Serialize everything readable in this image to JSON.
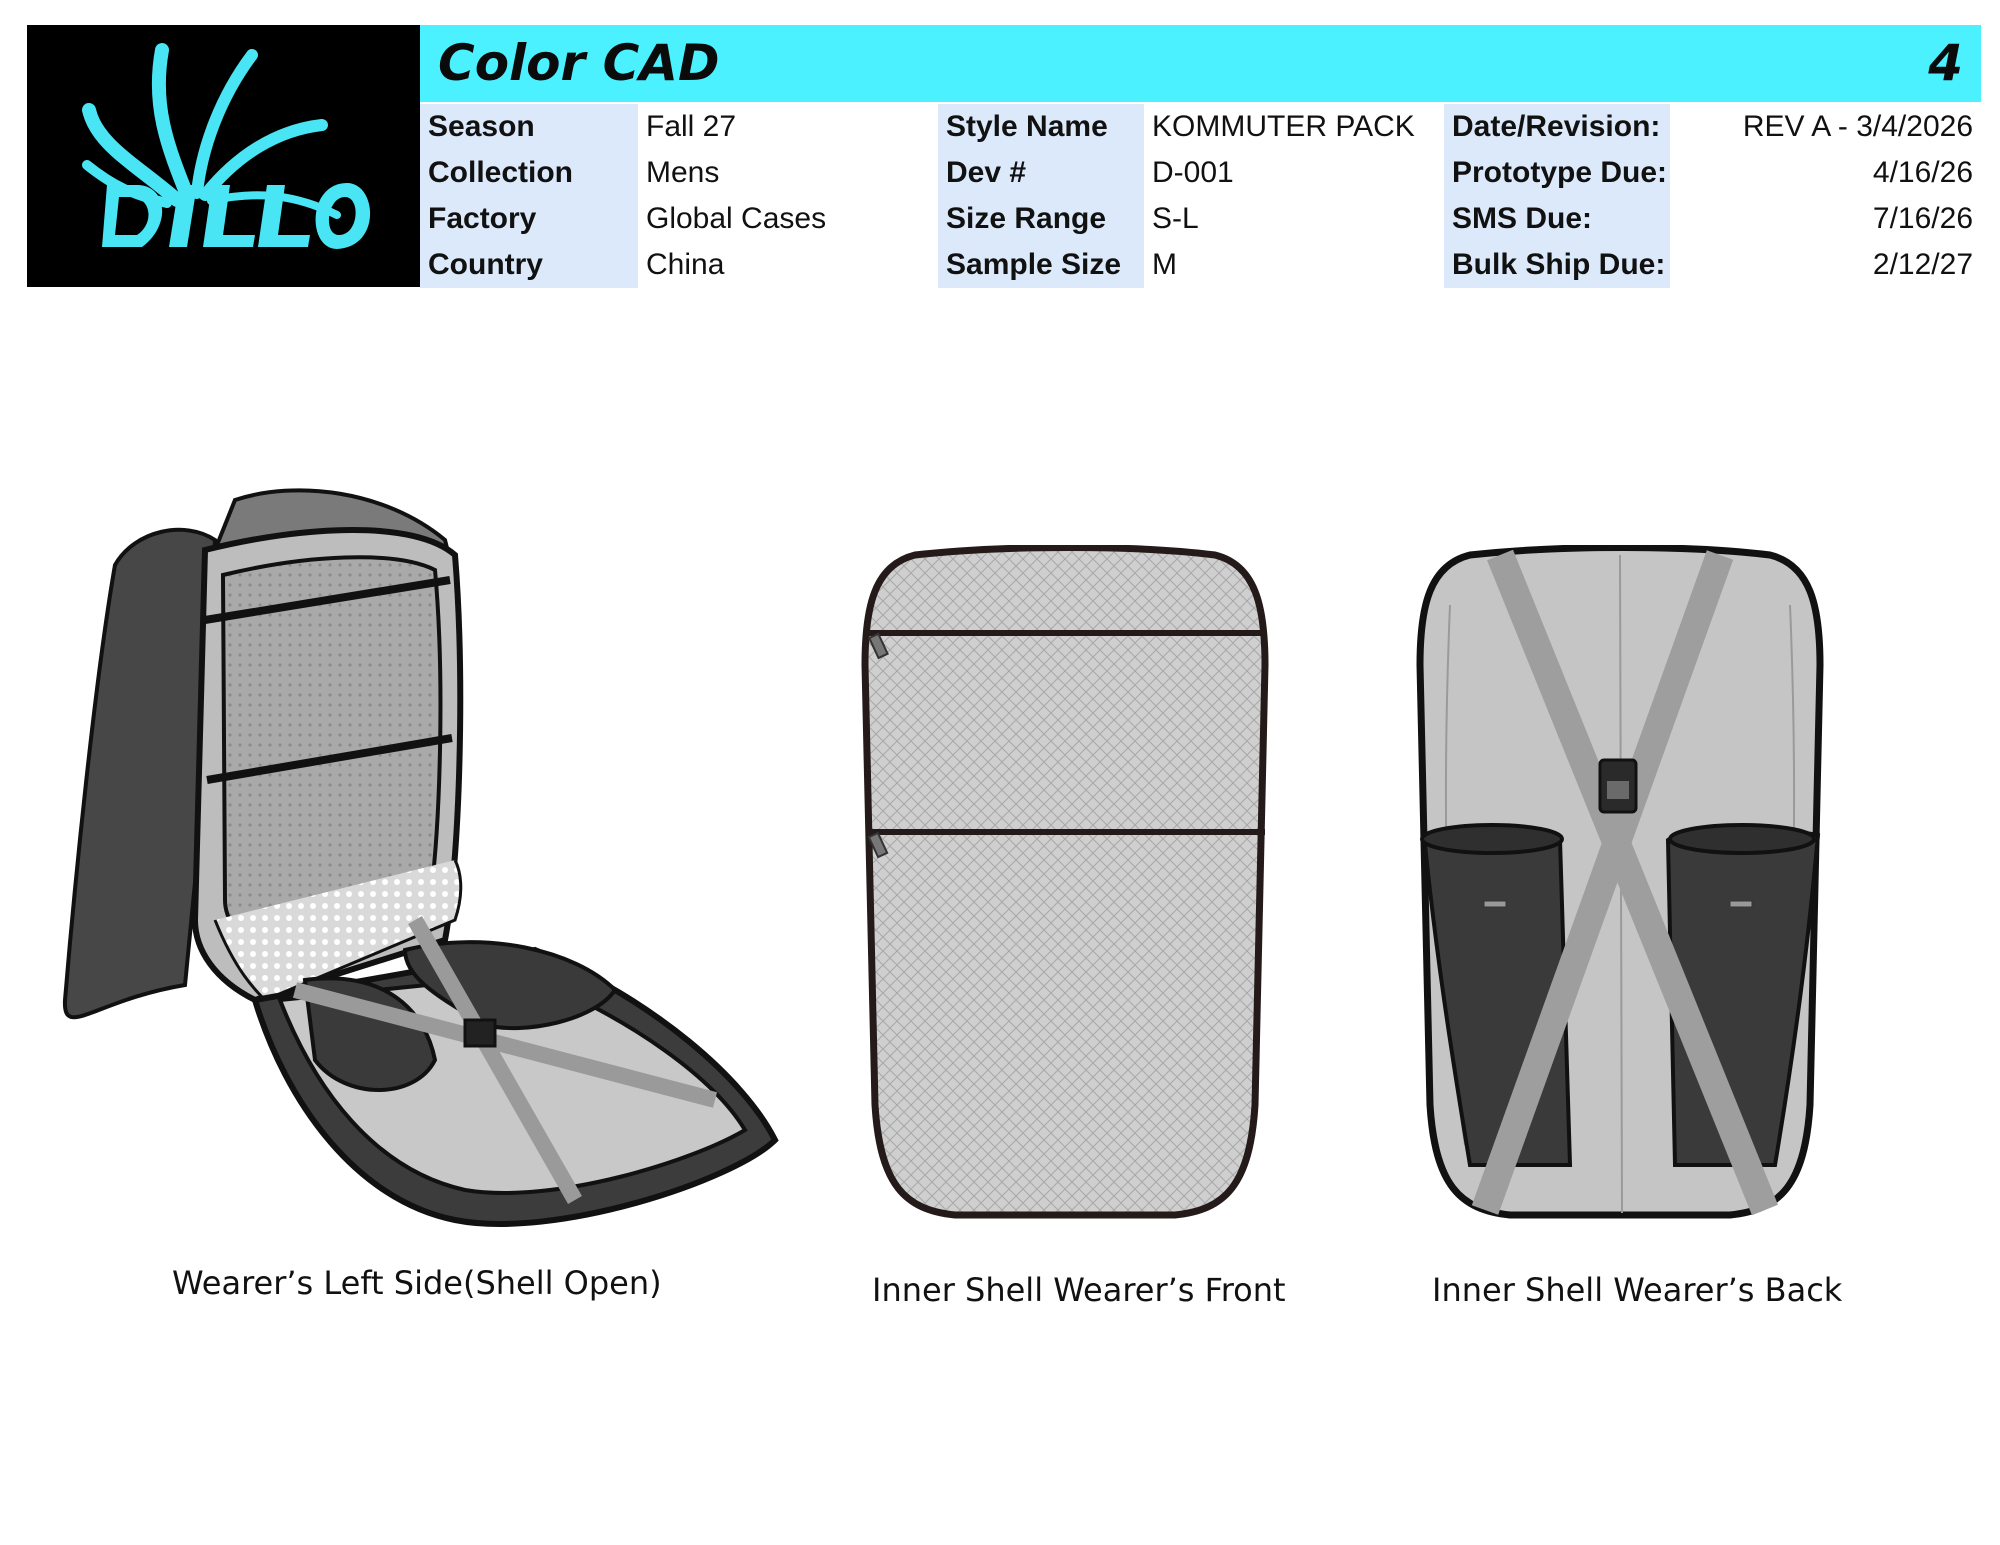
{
  "header": {
    "title": "Color CAD",
    "page_number": "4",
    "logo_text": "DILLO",
    "colors": {
      "accent": "#4bf1ff",
      "label_bg": "#dce9fa",
      "logo_bg": "#000000"
    }
  },
  "info": {
    "col1": [
      {
        "label": "Season",
        "value": "Fall 27"
      },
      {
        "label": "Collection",
        "value": "Mens"
      },
      {
        "label": "Factory",
        "value": "Global Cases"
      },
      {
        "label": "Country",
        "value": "China"
      }
    ],
    "col2": [
      {
        "label": "Style Name",
        "value": "KOMMUTER PACK"
      },
      {
        "label": "Dev #",
        "value": "D-001"
      },
      {
        "label": "Size Range",
        "value": "S-L"
      },
      {
        "label": "Sample Size",
        "value": "M"
      }
    ],
    "col3": [
      {
        "label": "Date/Revision:",
        "value": "REV A - 3/4/2026"
      },
      {
        "label": "Prototype Due:",
        "value": "4/16/26"
      },
      {
        "label": "SMS Due:",
        "value": "7/16/26"
      },
      {
        "label": "Bulk Ship Due:",
        "value": "2/12/27"
      }
    ]
  },
  "figures": [
    {
      "caption": "Wearer’s Left Side(Shell Open)"
    },
    {
      "caption": "Inner Shell Wearer’s Front"
    },
    {
      "caption": "Inner Shell Wearer’s Back"
    }
  ]
}
